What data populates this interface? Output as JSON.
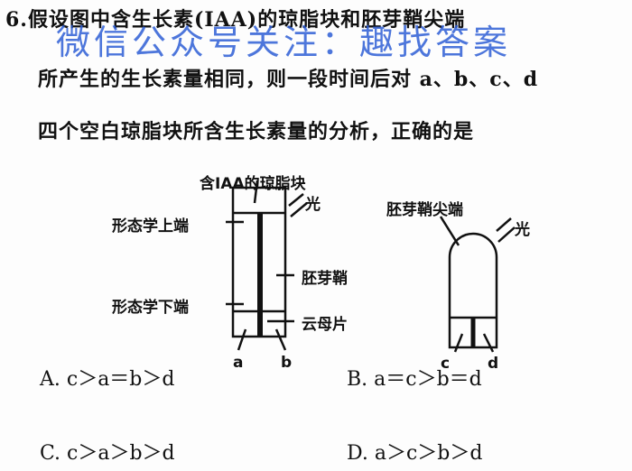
{
  "question": {
    "number": "6.",
    "line1": "假设图中含生长素(IAA)的琼脂块和胚芽鞘尖端",
    "line2": "所产生的生长素量相同，则一段时间后对 a、b、c、d",
    "line3": "四个空白琼脂块所含生长素量的分析，正确的是"
  },
  "watermark": "微信公众号关注：趣找答案",
  "diagram": {
    "left": {
      "agar_label": "含IAA的琼脂块",
      "light": "光",
      "upper_end": "形态学上端",
      "lower_end": "形态学下端",
      "coleoptile": "胚芽鞘",
      "mica": "云母片",
      "a": "a",
      "b": "b"
    },
    "right": {
      "tip_label": "胚芽鞘尖端",
      "light": "光",
      "c": "c",
      "d": "d"
    }
  },
  "options": [
    {
      "label": "A. c＞a＝b＞d"
    },
    {
      "label": "B. a＝c＞b＝d"
    },
    {
      "label": "C. c＞a＞b＞d"
    },
    {
      "label": "D. a＞c＞b＞d"
    }
  ]
}
